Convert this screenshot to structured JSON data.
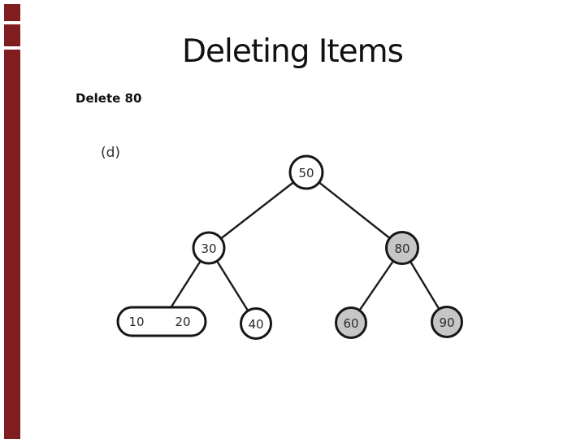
{
  "slide": {
    "title": "Deleting Items",
    "subtitle": "Delete 80",
    "figure_label": "(d)"
  },
  "colors": {
    "accent_bar": "#7f1d1f",
    "node_fill_white": "#ffffff",
    "node_fill_gray": "#c6c6c6",
    "edge_stroke": "#1a1a1a"
  },
  "tree": {
    "description": "binary search tree after deleting 80",
    "nodes": [
      {
        "label": "50",
        "fill": "white",
        "level": 0
      },
      {
        "label": "30",
        "fill": "white",
        "level": 1
      },
      {
        "label": "80",
        "fill": "gray",
        "level": 1
      },
      {
        "label": "10",
        "fill": "white",
        "level": 2
      },
      {
        "label": "20",
        "fill": "white",
        "level": 2
      },
      {
        "label": "40",
        "fill": "white",
        "level": 2
      },
      {
        "label": "60",
        "fill": "gray",
        "level": 2
      },
      {
        "label": "90",
        "fill": "gray",
        "level": 2
      }
    ],
    "edges": [
      {
        "from": "50",
        "to": "30"
      },
      {
        "from": "50",
        "to": "80"
      },
      {
        "from": "30",
        "to": "10-20"
      },
      {
        "from": "30",
        "to": "40"
      },
      {
        "from": "80",
        "to": "60"
      },
      {
        "from": "80",
        "to": "90"
      }
    ]
  }
}
